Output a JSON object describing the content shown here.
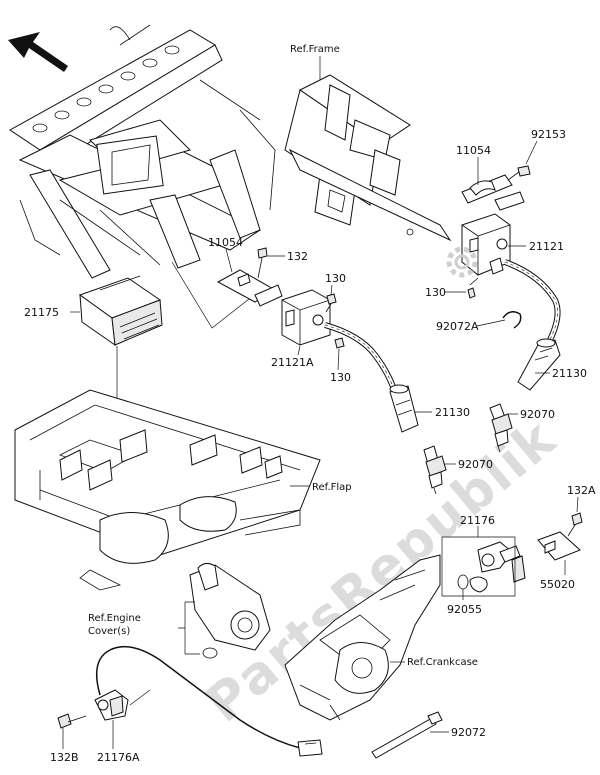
{
  "watermark": "PartsRepublik",
  "references": {
    "frame": "Ref.Frame",
    "flap": "Ref.Flap",
    "engine_cover_line1": "Ref.Engine",
    "engine_cover_line2": "Cover(s)",
    "crankcase": "Ref.Crankcase"
  },
  "callouts": {
    "p11054_top": "11054",
    "p92153": "92153",
    "p21121": "21121",
    "p130_right": "130",
    "p92072A": "92072A",
    "p21130_right": "21130",
    "p92070_right": "92070",
    "p11054_mid": "11054",
    "p132": "132",
    "p130_mid_top": "130",
    "p21175": "21175",
    "p21121A": "21121A",
    "p130_mid_bottom": "130",
    "p21130_mid": "21130",
    "p92070_mid": "92070",
    "p132A": "132A",
    "p21176": "21176",
    "p55020": "55020",
    "p92055": "92055",
    "p132B": "132B",
    "p21176A": "21176A",
    "p92072": "92072"
  }
}
